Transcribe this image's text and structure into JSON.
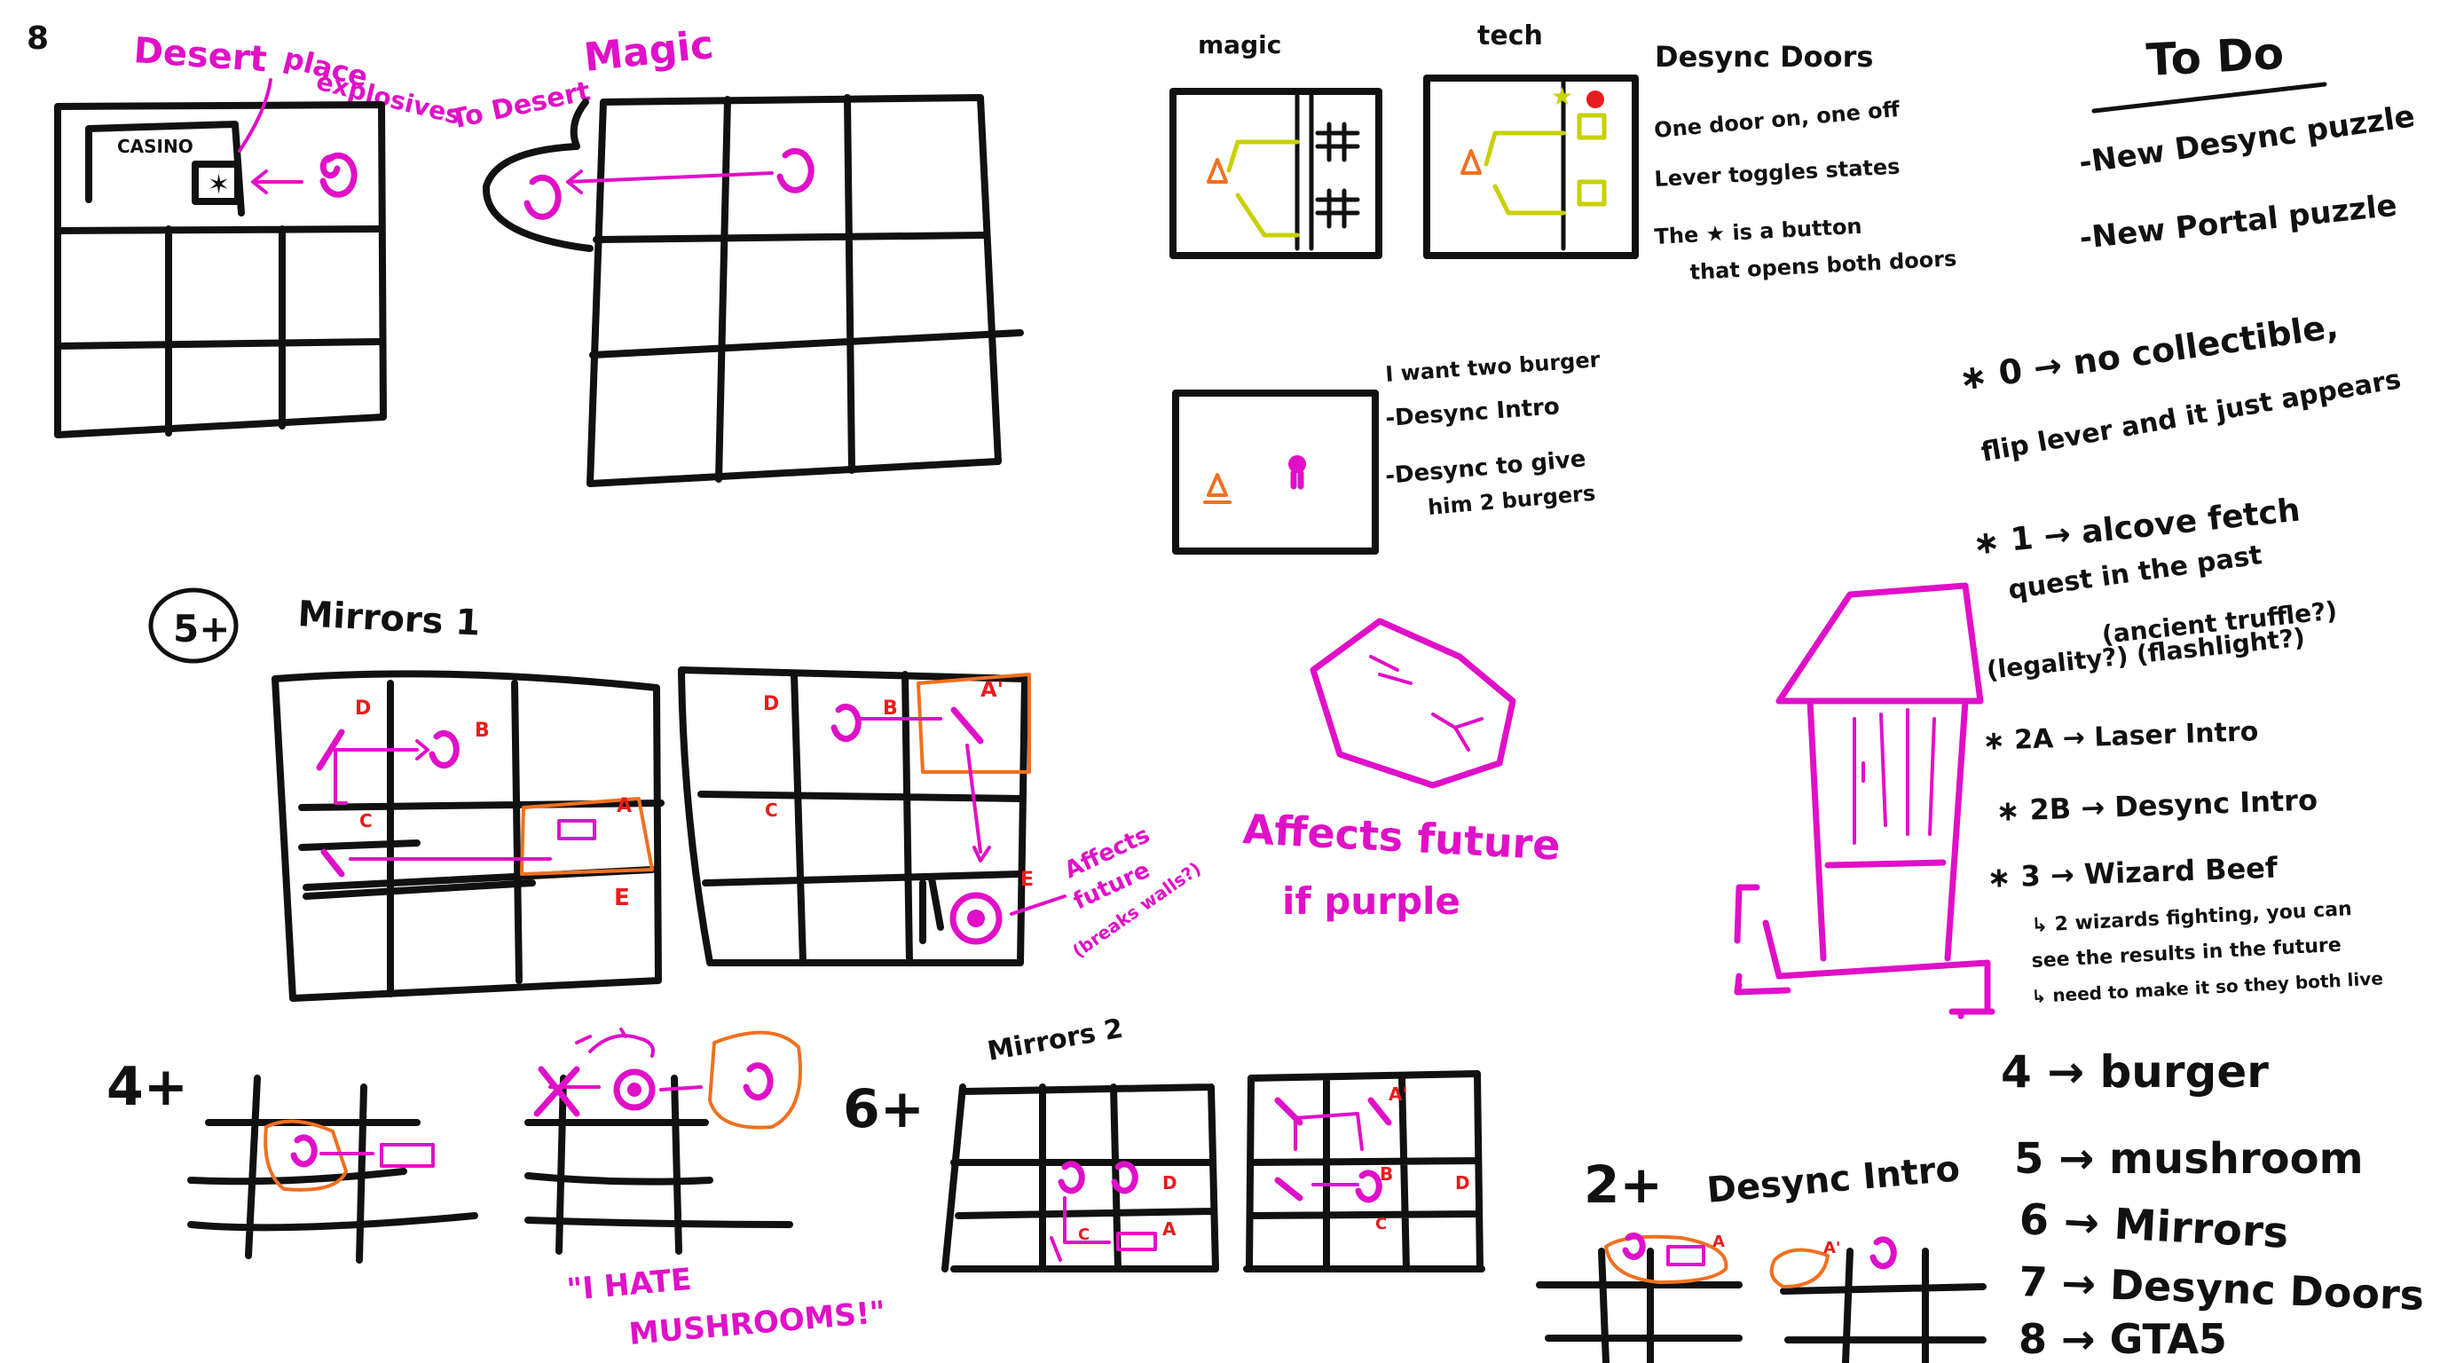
{
  "colors": {
    "ink": "#111111",
    "magenta": "#e010c8",
    "orange": "#f07020",
    "red": "#e81c1c",
    "yellow": "#c8d000",
    "background": "#ffffff"
  },
  "top_left": {
    "page_number": "8",
    "desert_label": "Desert",
    "place_label": "place",
    "explosives_label": "explosives",
    "casino_label": "CASINO",
    "to_desert_label": "To Desert",
    "magic_label": "Magic"
  },
  "doors": {
    "magic_label": "magic",
    "tech_label": "tech",
    "title": "Desync Doors",
    "bullets": [
      "One door on, one off",
      "Lever toggles states",
      "The ★ is a button",
      "that opens both doors"
    ]
  },
  "burger": {
    "lines": [
      "I want two burger",
      "-Desync Intro",
      "-Desync to give",
      "him 2 burgers"
    ]
  },
  "todo": {
    "title": "To Do",
    "items": [
      "-New Desync puzzle",
      "-New Portal puzzle"
    ]
  },
  "notes": {
    "n0a": "∗ 0 → no collectible,",
    "n0b": "flip lever and it just appears",
    "n1a": "∗ 1 → alcove fetch",
    "n1b": "quest in the past",
    "n1c": "(ancient truffle?)",
    "n1d": "(legality?) (flashlight?)",
    "n2a": "∗ 2A → Laser Intro",
    "n2b": "∗ 2B → Desync Intro",
    "n3": "∗ 3 → Wizard Beef",
    "n3a": "↳ 2 wizards fighting, you can",
    "n3b": "see the results in the future",
    "n3c": "↳ need to make it so they both live"
  },
  "numbered": [
    "4 → burger",
    "5 → mushroom",
    "6 → Mirrors",
    "7 → Desync Doors",
    "8 → GTA5"
  ],
  "mirrors1": {
    "number": "5+",
    "title": "Mirrors 1",
    "labels": [
      "D",
      "B",
      "C",
      "A",
      "E",
      "D",
      "B",
      "C",
      "A'",
      "E"
    ],
    "affects_future": "Affects",
    "future": "future",
    "breaks_walls": "(breaks walls?)"
  },
  "crystal": {
    "line1": "Affects future",
    "line2": "if purple"
  },
  "mushroom": {
    "number": "4+",
    "quote1": "\"I HATE",
    "quote2": "MUSHROOMS!\""
  },
  "mirrors2": {
    "number": "6+",
    "title": "Mirrors 2",
    "labels": [
      "D",
      "C",
      "A",
      "A'",
      "B",
      "C",
      "D"
    ]
  },
  "desync_intro": {
    "number": "2+",
    "title": "Desync Intro",
    "labels": [
      "A",
      "A'"
    ]
  }
}
